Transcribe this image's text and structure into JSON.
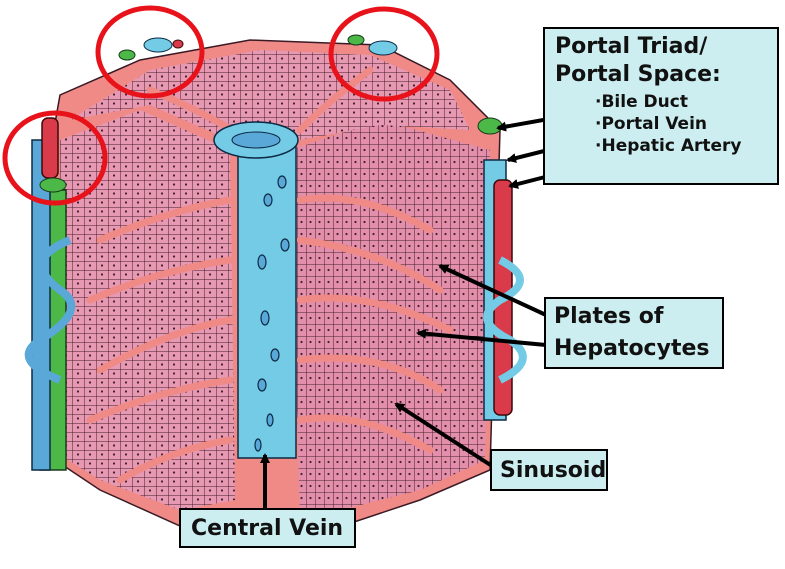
{
  "portal_triad": {
    "title_line1": "Portal Triad/",
    "title_line2": "Portal Space:",
    "items": [
      "Bile Duct",
      "Portal Vein",
      "Hepatic Artery"
    ]
  },
  "plates": {
    "line1": "Plates of",
    "line2": "Hepatocytes"
  },
  "sinusoid": {
    "label": "Sinusoid"
  },
  "central_vein": {
    "label": "Central Vein"
  },
  "colors": {
    "hepatocyte_pink": "#e79ab6",
    "lobule_salmon": "#f08a86",
    "vein_cyan": "#74cbe6",
    "artery_red": "#d93b4a",
    "bile_green": "#4cb848",
    "highlight_circle": "#e8121b",
    "label_bg": "#cdeef0"
  }
}
